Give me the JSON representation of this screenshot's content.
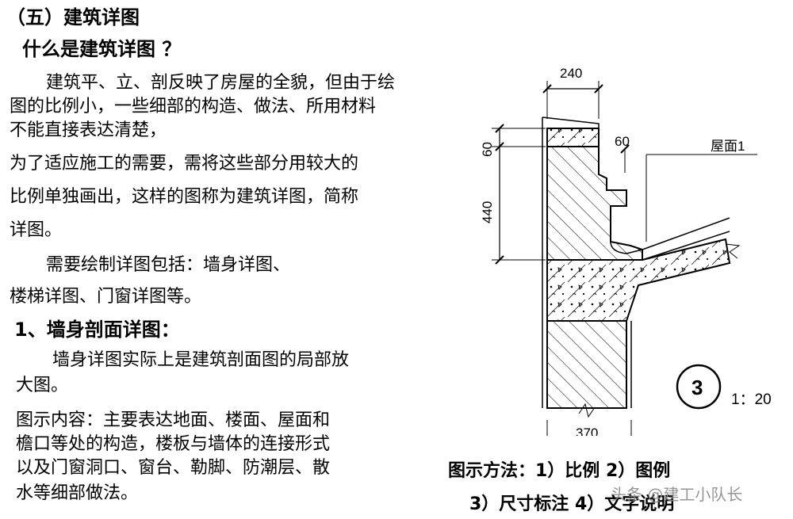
{
  "section_title": "（五）建筑详图",
  "question": "什么是建筑详图 ？",
  "para1": [
    "建筑平、立、剖反映了房屋的全貌，但由于绘",
    "图的比例小，一些细部的构造、做法、所用材料",
    "不能直接表达清楚，",
    "为了适应施工的需要，需将这些部分用较大的",
    "比例单独画出，这样的图称为建筑详图，简称",
    "详图。"
  ],
  "para2": [
    "需要绘制详图包括：墙身详图、",
    "楼梯详图、门窗详图等。"
  ],
  "subheading": "1、墙身剖面详图：",
  "para3": [
    "墙身详图实际上是建筑剖面图的局部放",
    "大图。"
  ],
  "para4": [
    "图示内容：主要表达地面、楼面、屋面和",
    "檐口等处的构造，楼板与墙体的连接形式",
    "以及门窗洞口、窗台、勒脚、防潮层、散",
    "水等细部做法。"
  ],
  "method_line1": "图示方法：1）比例   2）图例",
  "method_line2": "3）尺寸标注     4）文字说明",
  "drawing": {
    "dim_top": "240",
    "dim_60_left": "60",
    "dim_60_right": "60",
    "dim_440": "440",
    "dim_bottom": "370",
    "label_roof": "屋面1",
    "detail_number": "3",
    "scale": "1：20"
  },
  "watermark": "头条 @建工小队长"
}
